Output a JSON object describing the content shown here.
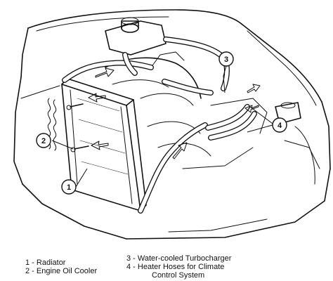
{
  "callouts": [
    {
      "number": "1"
    },
    {
      "number": "2"
    },
    {
      "number": "3"
    },
    {
      "number": "4"
    }
  ],
  "legend": {
    "item1": "1 - Radiator",
    "item2": "2 - Engine Oil Cooler",
    "item3_line1": "3 - Water-cooled Turbocharger",
    "item4_line1": "4 - Heater Hoses for Climate",
    "item4_line2": "Control System"
  }
}
